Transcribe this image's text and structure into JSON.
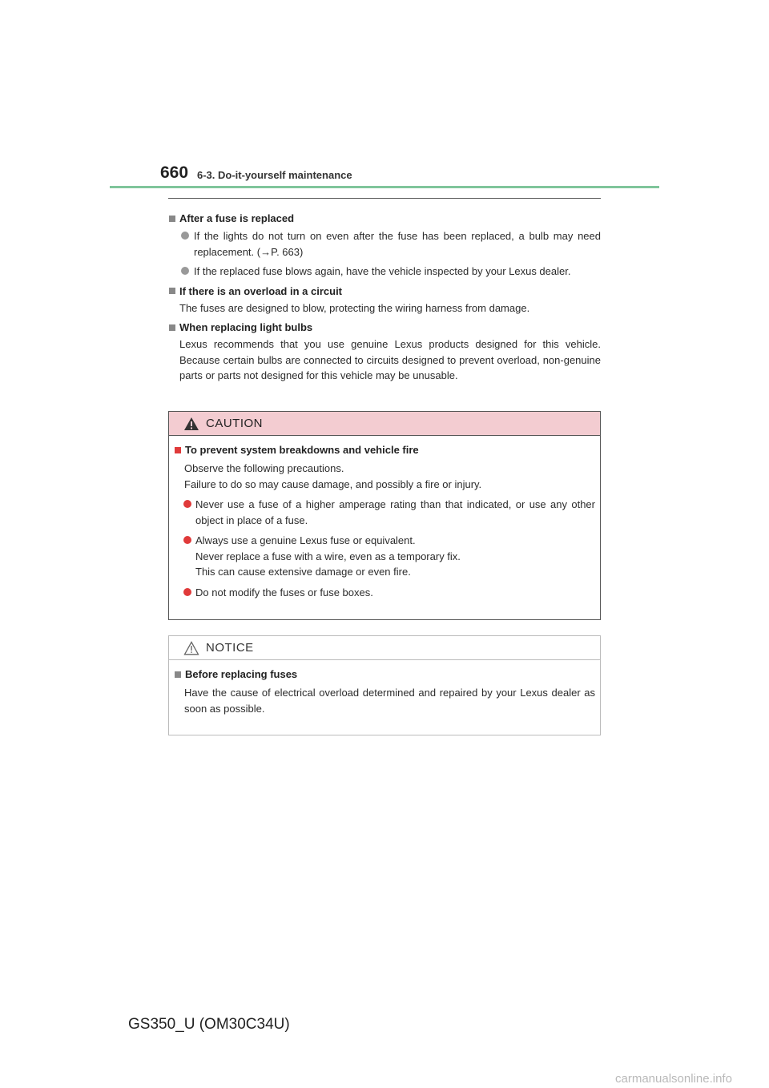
{
  "header": {
    "page_number": "660",
    "section": "6-3. Do-it-yourself maintenance"
  },
  "sections": {
    "after_fuse": {
      "title": "After a fuse is replaced",
      "bullets": [
        "If the lights do not turn on even after the fuse has been replaced, a bulb may need replacement. (→P. 663)",
        "If the replaced fuse blows again, have the vehicle inspected by your Lexus dealer."
      ]
    },
    "overload": {
      "title": "If there is an overload in a circuit",
      "text": "The fuses are designed to blow, protecting the wiring harness from damage."
    },
    "bulbs": {
      "title": "When replacing light bulbs",
      "text": "Lexus recommends that you use genuine Lexus products designed for this vehicle. Because certain bulbs are connected to circuits designed to prevent overload, non-genuine parts or parts not designed for this vehicle may be unusable."
    }
  },
  "caution": {
    "label": "CAUTION",
    "title": "To prevent system breakdowns and vehicle fire",
    "intro_1": "Observe the following precautions.",
    "intro_2": "Failure to do so may cause damage, and possibly a fire or injury.",
    "bullet_1": "Never use a fuse of a higher amperage rating than that indicated, or use any other object in place of a fuse.",
    "bullet_2_line_1": "Always use a genuine Lexus fuse or equivalent.",
    "bullet_2_line_2": "Never replace a fuse with a wire, even as a temporary fix.",
    "bullet_2_line_3": "This can cause extensive damage or even fire.",
    "bullet_3": "Do not modify the fuses or fuse boxes."
  },
  "notice": {
    "label": "NOTICE",
    "title": "Before replacing fuses",
    "text": "Have the cause of electrical overload determined and repaired by your Lexus dealer as soon as possible."
  },
  "footer": {
    "model": "GS350_U (OM30C34U)"
  },
  "watermark": "carmanualsonline.info",
  "colors": {
    "header_rule": "#7fc59b",
    "caution_header": "#f3ccd1",
    "caution_bullet": "#e03a3a"
  }
}
